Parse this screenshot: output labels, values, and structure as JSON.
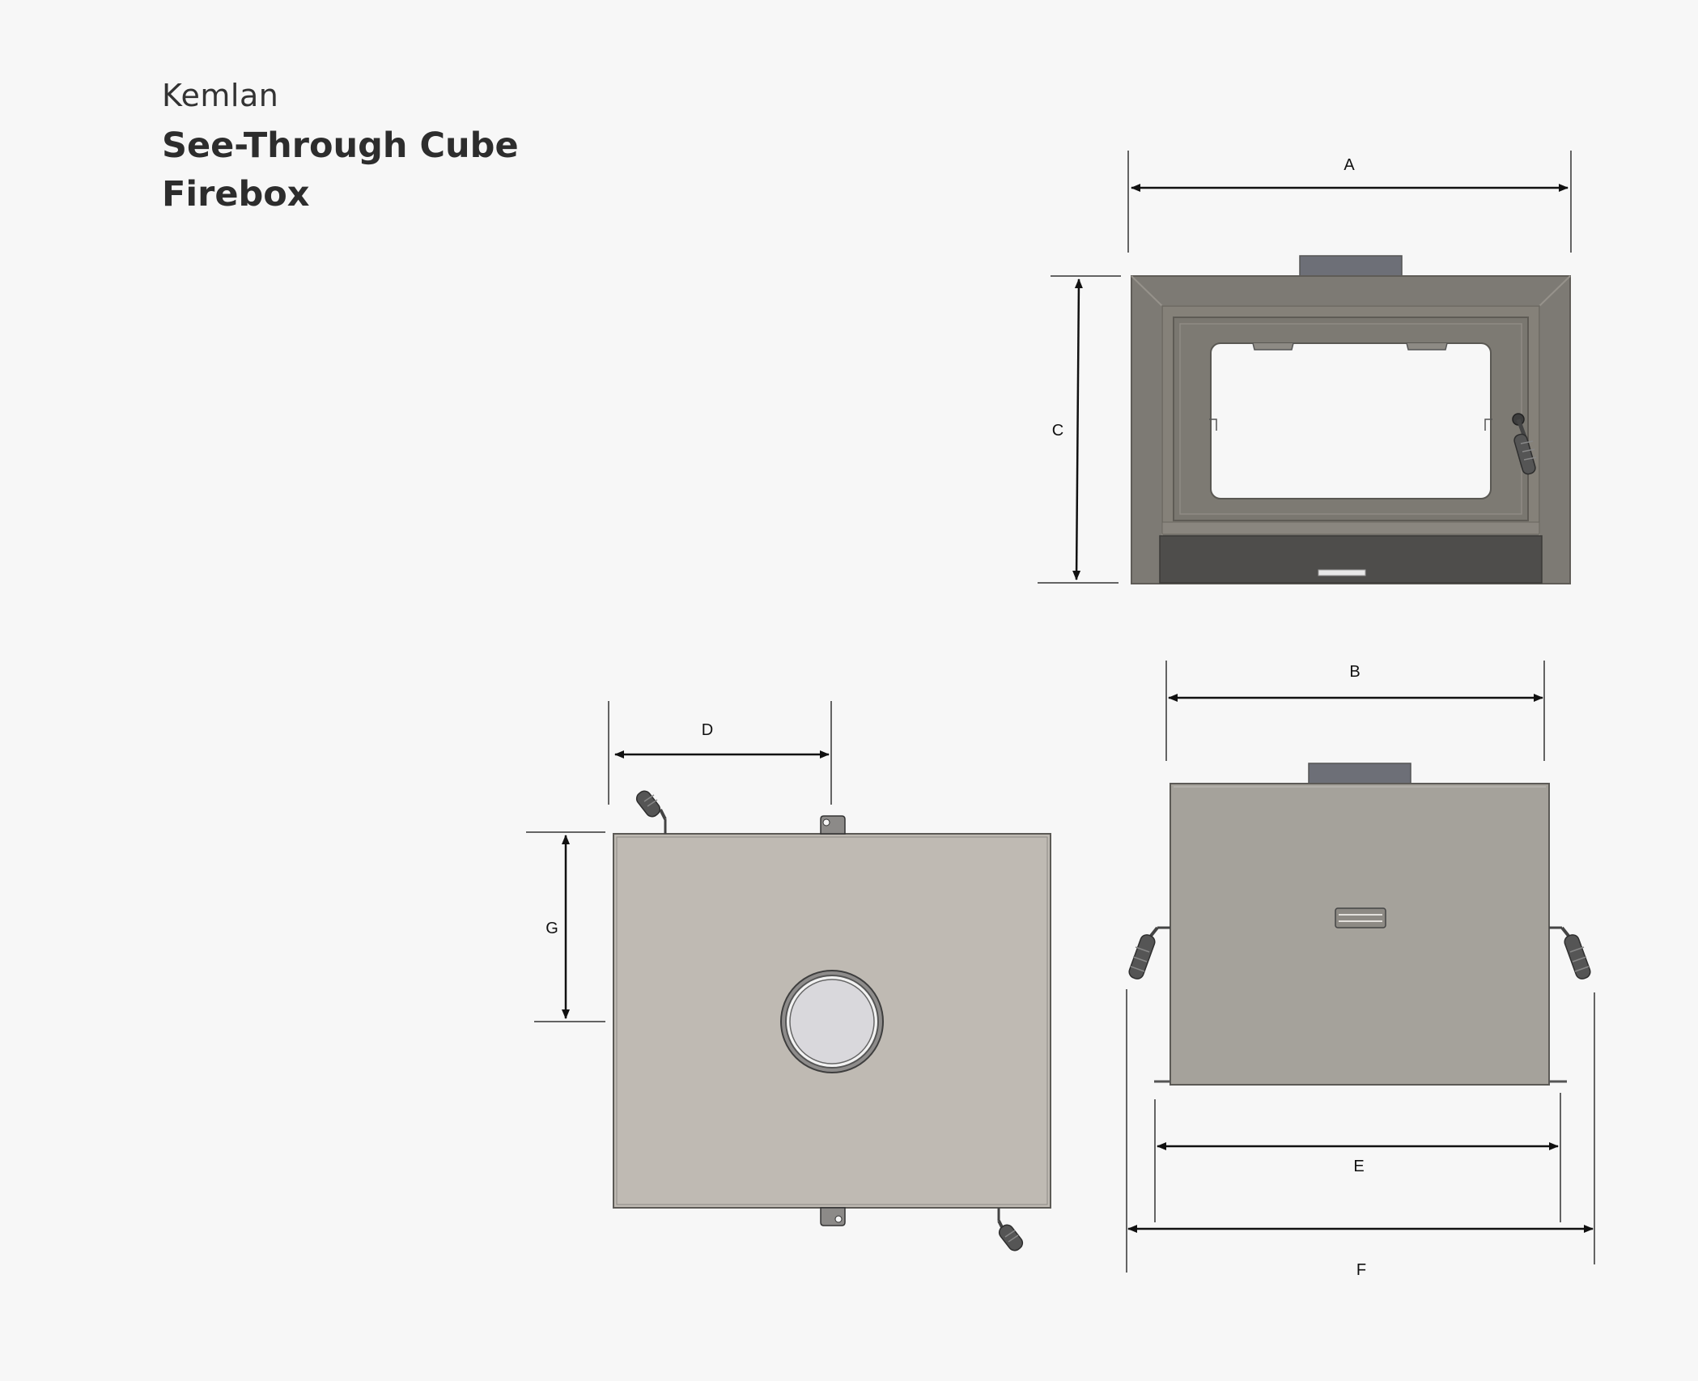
{
  "header": {
    "brand": "Kemlan",
    "title_line1": "See-Through Cube",
    "title_line2": "Firebox"
  },
  "dimensions": {
    "A": "A",
    "B": "B",
    "C": "C",
    "D": "D",
    "E": "E",
    "F": "F",
    "G": "G"
  },
  "colors": {
    "background": "#f7f7f7",
    "frame": "#7d7a74",
    "top_body": "#bfbab3",
    "side_body": "#a5a29b",
    "ash_pan": "#4e4d4b",
    "flue": "#6d6f77"
  }
}
